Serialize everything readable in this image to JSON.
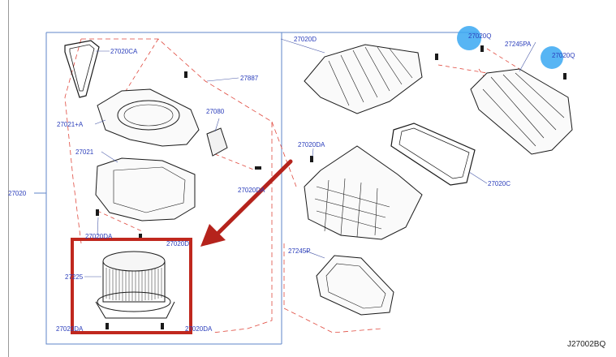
{
  "diagram": {
    "reference_code": "J27002BQ",
    "part_labels": {
      "p27020": "27020",
      "p27020CA": "27020CA",
      "p27021A": "27021+A",
      "p27021": "27021",
      "p27020DA_a": "27020DA",
      "p27020D_small": "27020D",
      "p27225": "27225",
      "p27020DA_b": "27020DA",
      "p27020DA_c": "27020DA",
      "p27080": "27080",
      "p27020DA_d": "27020DA",
      "p27887": "27887",
      "p27020D": "27020D",
      "p27020DA_e": "27020DA",
      "p27245P": "27245P",
      "p27020C": "27020C",
      "p27020Q_a": "27020Q",
      "p27020Q_b": "27020Q",
      "p27245PA": "27245PA"
    },
    "colors": {
      "label_blue": "#2a3dbb",
      "highlight_red": "#c0281e",
      "arrow_red": "#b5231c",
      "marker_blue": "#39a8f2",
      "frame_blue": "#5f86c8",
      "leader_red": "#e0493e",
      "drawing_line": "#1a1a1a"
    }
  }
}
